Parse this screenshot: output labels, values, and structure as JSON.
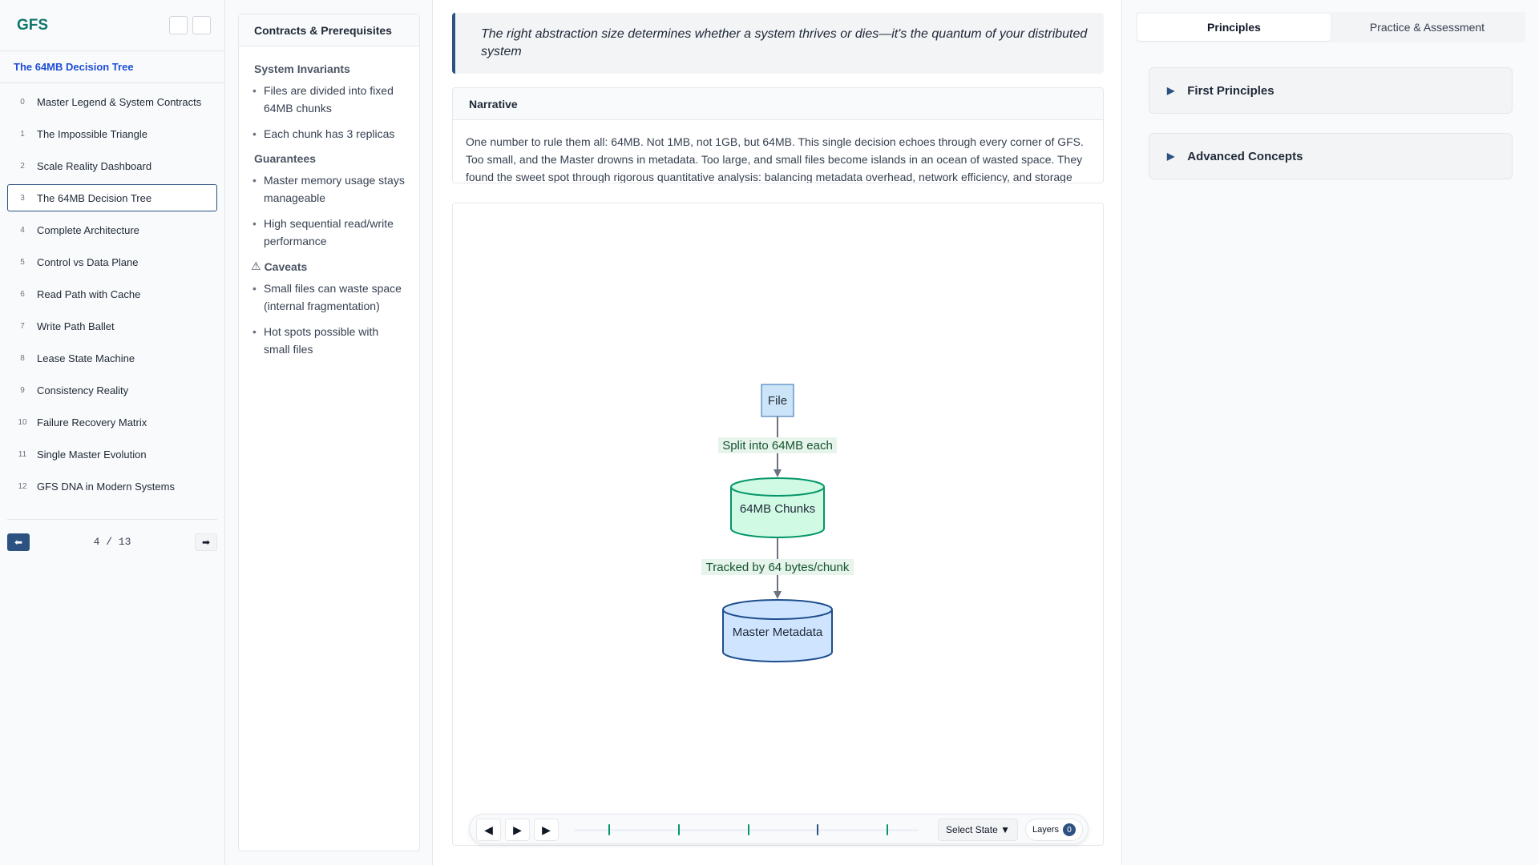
{
  "sidebar": {
    "brand_glyph": "",
    "brand": "GFS",
    "tools": [
      "",
      ""
    ],
    "section_title": "The 64MB Decision Tree",
    "items": [
      {
        "num": "0",
        "label": "Master Legend & System Contracts"
      },
      {
        "num": "1",
        "label": "The Impossible Triangle"
      },
      {
        "num": "2",
        "label": "Scale Reality Dashboard"
      },
      {
        "num": "3",
        "label": "The 64MB Decision Tree"
      },
      {
        "num": "4",
        "label": "Complete Architecture"
      },
      {
        "num": "5",
        "label": "Control vs Data Plane"
      },
      {
        "num": "6",
        "label": "Read Path with Cache"
      },
      {
        "num": "7",
        "label": "Write Path Ballet"
      },
      {
        "num": "8",
        "label": "Lease State Machine"
      },
      {
        "num": "9",
        "label": "Consistency Reality"
      },
      {
        "num": "10",
        "label": "Failure Recovery Matrix"
      },
      {
        "num": "11",
        "label": "Single Master Evolution"
      },
      {
        "num": "12",
        "label": "GFS DNA in Modern Systems"
      }
    ],
    "active_index": 3,
    "pagination": {
      "prev": "⬅",
      "next": "➡",
      "count": "4 / 13"
    }
  },
  "contracts": {
    "title": "Contracts & Prerequisites",
    "title_icon": "",
    "sections": [
      {
        "icon": "",
        "title": "System Invariants",
        "items": [
          "Files are divided into fixed 64MB chunks",
          "Each chunk has 3 replicas"
        ]
      },
      {
        "icon": "",
        "title": "Guarantees",
        "items": [
          "Master memory usage stays manageable",
          "High sequential read/write performance"
        ]
      },
      {
        "icon": "⚠",
        "title": "Caveats",
        "items": [
          "Small files can waste space (internal fragmentation)",
          "Hot spots possible with small files"
        ]
      }
    ]
  },
  "main": {
    "quote_icon": "",
    "quote": "The right abstraction size determines whether a system thrives or dies—it's the quantum of your distributed system",
    "narrative_icon": "",
    "narrative_title": "Narrative",
    "narrative_text": "One number to rule them all: 64MB. Not 1MB, not 1GB, but 64MB. This single decision echoes through every corner of GFS. Too small, and the Master drowns in metadata. Too large, and small files become islands in an ocean of wasted space. They found the sweet spot through rigorous quantitative analysis: balancing metadata overhead, network efficiency, and storage",
    "diagram": {
      "node_file": "File",
      "edge1": "Split into 64MB each",
      "node_chunks": "64MB Chunks",
      "edge2": "Tracked by 64 bytes/chunk",
      "node_master": "Master Metadata"
    },
    "controls": {
      "prev": "◀",
      "play": "▶",
      "next": "▶",
      "select_state": "Select State ▼",
      "layers_label": "Layers",
      "layers_count": "0"
    }
  },
  "right": {
    "tabs": [
      "Principles",
      "Practice & Assessment"
    ],
    "active_tab": 0,
    "accordions": [
      {
        "arrow": "▶",
        "icon": "",
        "label": "First Principles"
      },
      {
        "arrow": "▶",
        "icon": "",
        "label": "Advanced Concepts"
      }
    ]
  },
  "colors": {
    "accent": "#2c5282",
    "brand": "#0f766e",
    "chunk_fill": "#d1fae5",
    "chunk_stroke": "#059669",
    "master_fill": "#cfe5ff",
    "master_stroke": "#1e4e8c",
    "file_fill": "#cce4f7"
  }
}
